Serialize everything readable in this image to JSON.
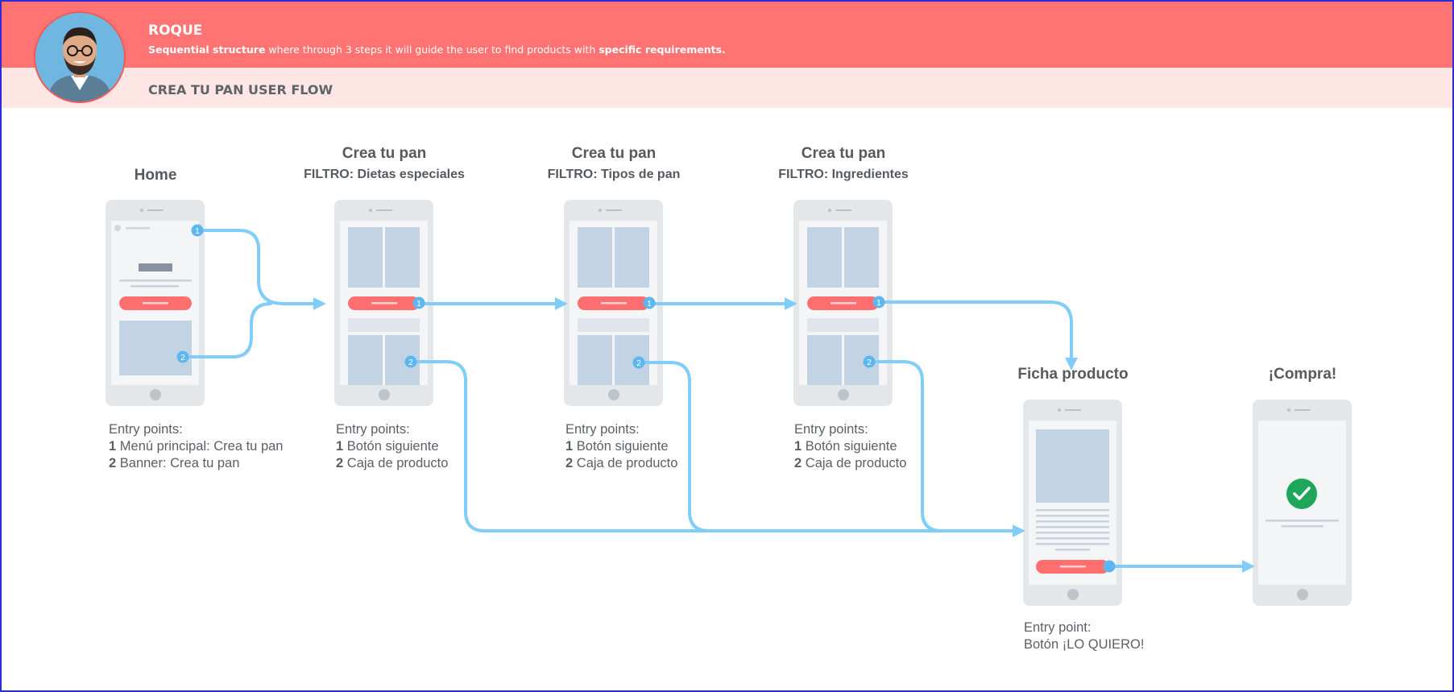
{
  "header": {
    "name": "ROQUE",
    "description": {
      "bold1": "Sequential structure",
      "middle": " where through 3 steps it will guide the user to find products with ",
      "bold2": "specific requirements."
    },
    "flow_title": "CREA TU PAN USER FLOW"
  },
  "screens": {
    "home": {
      "title": "Home",
      "entry_label": "Entry points:",
      "e1_num": "1",
      "e1_text": " Menú principal: Crea tu pan",
      "e2_num": "2",
      "e2_text": " Banner: Crea tu pan"
    },
    "diet": {
      "title": "Crea tu pan",
      "filter": "FILTRO: Dietas especiales",
      "entry_label": "Entry points:",
      "e1_num": "1",
      "e1_text": " Botón siguiente",
      "e2_num": "2",
      "e2_text": " Caja de producto"
    },
    "tipos": {
      "title": "Crea tu pan",
      "filter": "FILTRO: Tipos de pan",
      "entry_label": "Entry points:",
      "e1_num": "1",
      "e1_text": " Botón siguiente",
      "e2_num": "2",
      "e2_text": " Caja de producto"
    },
    "ingredientes": {
      "title": "Crea tu pan",
      "filter": "FILTRO: Ingredientes",
      "entry_label": "Entry points:",
      "e1_num": "1",
      "e1_text": " Botón siguiente",
      "e2_num": "2",
      "e2_text": " Caja de producto"
    },
    "ficha": {
      "title": "Ficha producto",
      "entry_label": "Entry point:",
      "entry_text": "Botón ¡LO QUIERO!"
    },
    "compra": {
      "title": "¡Compra!"
    }
  },
  "markers": {
    "one": "1",
    "two": "2"
  },
  "colors": {
    "header": "#ff7472",
    "subheader": "#fde6e3",
    "arrow": "#7fcdf8",
    "phone": "#e3e7ea",
    "screen": "#f3f5f7",
    "block": "#c2d3e3",
    "cta": "#ff6f6f",
    "success": "#1ea75a"
  }
}
